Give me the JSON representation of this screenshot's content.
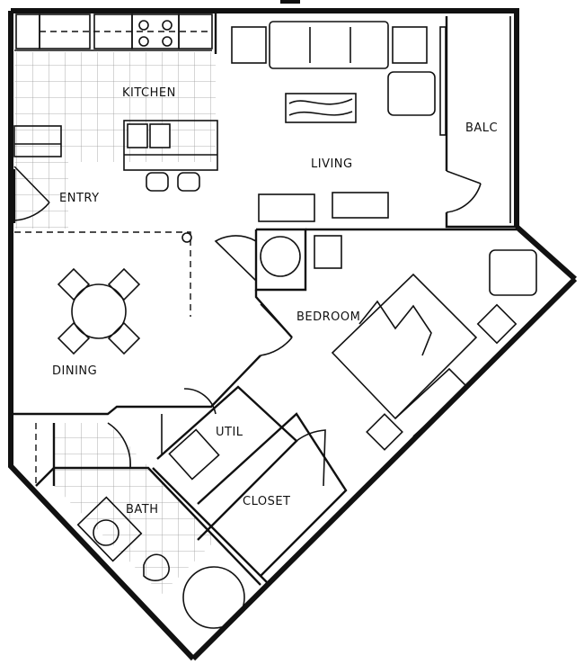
{
  "floorplan": {
    "rooms": [
      {
        "id": "kitchen",
        "label": "KITCHEN"
      },
      {
        "id": "living",
        "label": "LIVING"
      },
      {
        "id": "balc",
        "label": "BALC"
      },
      {
        "id": "entry",
        "label": "ENTRY"
      },
      {
        "id": "dining",
        "label": "DINING"
      },
      {
        "id": "bedroom",
        "label": "BEDROOM"
      },
      {
        "id": "util",
        "label": "UTIL"
      },
      {
        "id": "closet",
        "label": "CLOSET"
      },
      {
        "id": "bath",
        "label": "BATH"
      }
    ]
  }
}
